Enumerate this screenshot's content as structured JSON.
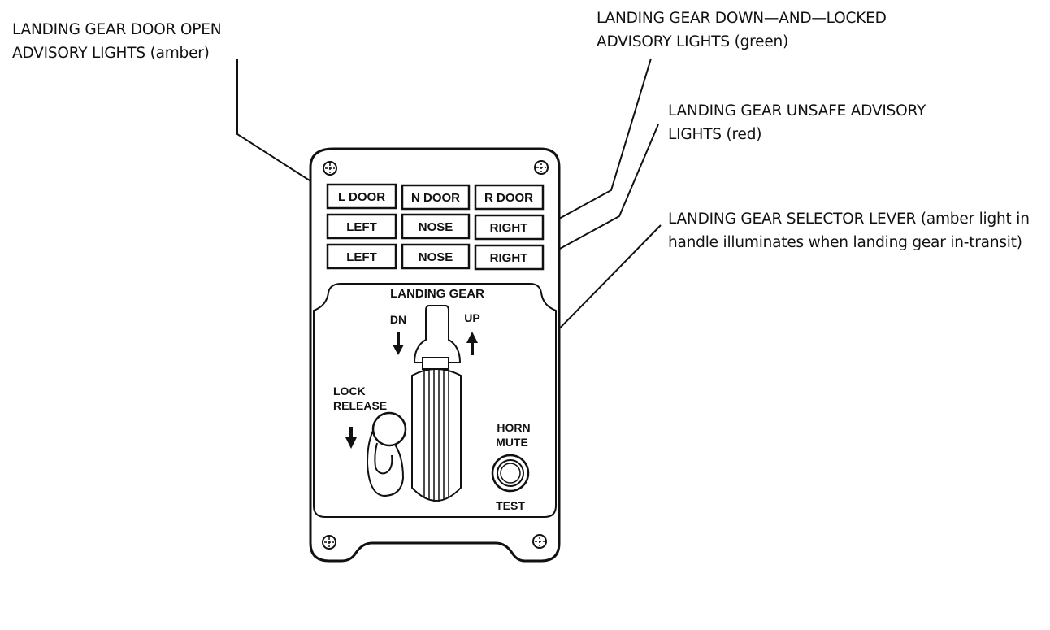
{
  "callouts": {
    "door_open": {
      "line1": "LANDING GEAR DOOR OPEN",
      "line2": "ADVISORY LIGHTS (amber)"
    },
    "down_locked": {
      "line1": "LANDING GEAR DOWN—AND—LOCKED",
      "line2": "ADVISORY LIGHTS (green)"
    },
    "unsafe": {
      "line1": "LANDING GEAR UNSAFE ADVISORY",
      "line2": "LIGHTS (red)"
    },
    "selector": {
      "line1": "LANDING GEAR SELECTOR LEVER (amber light in",
      "line2": "handle illuminates when landing gear in-transit)"
    }
  },
  "panel": {
    "door_lights": [
      "L DOOR",
      "N DOOR",
      "R DOOR"
    ],
    "down_locked_lights": [
      "LEFT",
      "NOSE",
      "RIGHT"
    ],
    "unsafe_lights": [
      "LEFT",
      "NOSE",
      "RIGHT"
    ],
    "section_title": "LANDING GEAR",
    "dn_label": "DN",
    "up_label": "UP",
    "lock_release_line1": "LOCK",
    "lock_release_line2": "RELEASE",
    "horn_mute_line1": "HORN",
    "horn_mute_line2": "MUTE",
    "test_label": "TEST"
  },
  "colors": {
    "ink": "#111111",
    "background": "#ffffff"
  }
}
